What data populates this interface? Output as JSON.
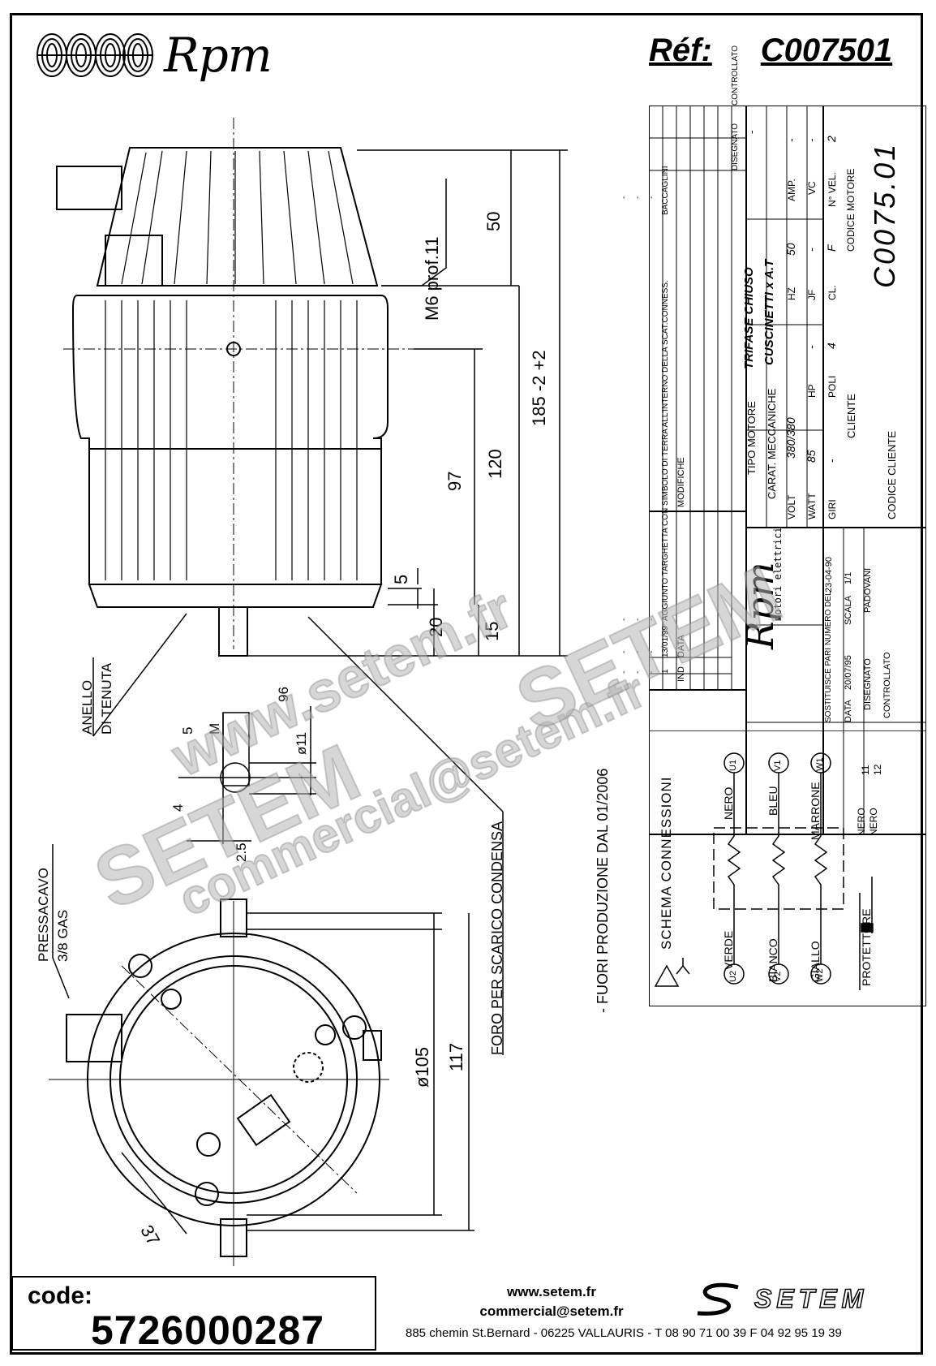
{
  "header": {
    "brand": "Rpm",
    "ref_label": "Réf:",
    "ref_value": "C007501"
  },
  "drawing": {
    "dim_50": "50",
    "dim_185": "185 -2 +2",
    "dim_120": "120",
    "dim_97": "97",
    "dim_5": "5",
    "dim_20": "20",
    "dim_15": "15",
    "m6": "M6 prof.11",
    "anello": "ANELLO",
    "di_tenuta": "DI TENUTA",
    "foro": "FORO PER SCARICO CONDENSA",
    "fuori": "- FUORI PRODUZIONE DAL 01/2006",
    "pressacavo": "PRESSACAVO",
    "gas": "3/8 GAS",
    "dim_11": "ø11",
    "dim_96": "96",
    "dim_5b": "5",
    "dim_m": "M",
    "dim_4": "4",
    "dim_25": "2.5",
    "dim_105": "ø105",
    "dim_117": "117",
    "dim_37": "37"
  },
  "title_block": {
    "revisions": [
      {
        "ind": "1",
        "data": "13/01/99",
        "modifiche": "AGGIUNTO TARGHETTA CON SIMBOLO DI TERRA ALL'INTERNO DELLA SCAT.CONNESS.",
        "disegnato": "BACCAGLINI",
        "controllato": "-"
      },
      {
        "ind": "-",
        "data": "-",
        "modifiche": "-",
        "disegnato": "-",
        "controllato": ""
      },
      {
        "ind": "-",
        "data": "-",
        "modifiche": "-",
        "disegnato": "-",
        "controllato": ""
      },
      {
        "ind": "-",
        "data": "-",
        "modifiche": "-",
        "disegnato": "-",
        "controllato": ""
      }
    ],
    "hdr_ind": "IND",
    "hdr_data": "DATA",
    "hdr_modifiche": "MODIFICHE",
    "hdr_disegnato": "DISEGNATO",
    "hdr_controllato": "CONTROLLATO",
    "tipo_motore_lbl": "TIPO MOTORE",
    "tipo_motore": "TRIFASE CHIUSO",
    "carat_lbl": "CARAT. MECCANICHE",
    "carat": "CUSCINETTI x A.T",
    "volt_lbl": "VOLT",
    "volt": "380/380",
    "hz_lbl": "HZ",
    "hz": "50",
    "amp_lbl": "AMP.",
    "amp": "-",
    "watt_lbl": "WATT",
    "watt": "85",
    "hp_lbl": "HP",
    "hp": "-",
    "jf_lbl": "JF",
    "jf": "-",
    "vc_lbl": "VC",
    "vc": "-",
    "giri_lbl": "GIRI",
    "giri": "-",
    "poli_lbl": "POLI",
    "poli": "4",
    "cl_lbl": "CL.",
    "cl": "F",
    "nvel_lbl": "N° VEL.",
    "nvel": "2",
    "codice_motore_lbl": "CODICE MOTORE",
    "codice_motore": "C0075.01",
    "cliente_lbl": "CLIENTE",
    "codice_cliente_lbl": "CODICE CLIENTE",
    "brand_small": "Rpm",
    "motori": "motori elettrici",
    "sostituisce_lbl": "SOSTITUISCE PARI NUMERO DEL",
    "sostituisce": "23-04-90",
    "data_lbl": "DATA",
    "data": "20/07/95",
    "scala_lbl": "SCALA",
    "scala": "1/1",
    "disegnato_lbl": "DISEGNATO",
    "disegnato": "PADOVANI",
    "controllato_lbl": "CONTROLLATO"
  },
  "schema": {
    "title": "SCHEMA CONNESSIONI",
    "verde": "VERDE",
    "nero": "NERO",
    "bianco": "BIANCO",
    "bleu": "BLEU",
    "giallo": "GIALLO",
    "marrone": "MARRONE",
    "u1": "U1",
    "u2": "U2",
    "v1": "V1",
    "v2": "V2",
    "w1": "W1",
    "w2": "W2",
    "protettore": "PROTETTORE",
    "nero11": "NERO",
    "nero12": "NERO",
    "n11": "11",
    "n12": "12"
  },
  "watermark": {
    "line1": "www.setem.fr",
    "line2": "SETEM",
    "line3": "commercial@setem.fr",
    "line4": "SETEM"
  },
  "footer": {
    "code_label": "code:",
    "code_value": "5726000287",
    "web": "www.setem.fr",
    "email": "commercial@setem.fr",
    "address": "885 chemin St.Bernard  -  06225 VALLAURIS  -  T 08 90 71 00 39   F 04 92 95 19 39",
    "setem_logo": "SETEM"
  }
}
